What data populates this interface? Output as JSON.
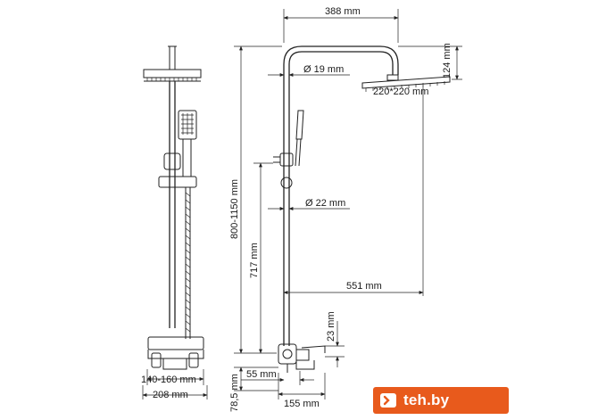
{
  "dimensions": {
    "top_width": "388 mm",
    "head_height": "124 mm",
    "pipe_diameter_top": "Ø 19 mm",
    "head_size": "220*220 mm",
    "pipe_diameter_lower": "Ø 22 mm",
    "total_height": "800-1150 mm",
    "mixer_height": "717 mm",
    "reach": "551 mm",
    "spout_offset": "23 mm",
    "spout_left": "55 mm",
    "base_height": "78,5 mm",
    "spout_length": "155 mm",
    "centers": "140-160 mm",
    "overall_width": "208 mm"
  },
  "watermark": {
    "text": "teh.by",
    "color": "#e85a1c",
    "icon": "teh-logo-icon"
  }
}
